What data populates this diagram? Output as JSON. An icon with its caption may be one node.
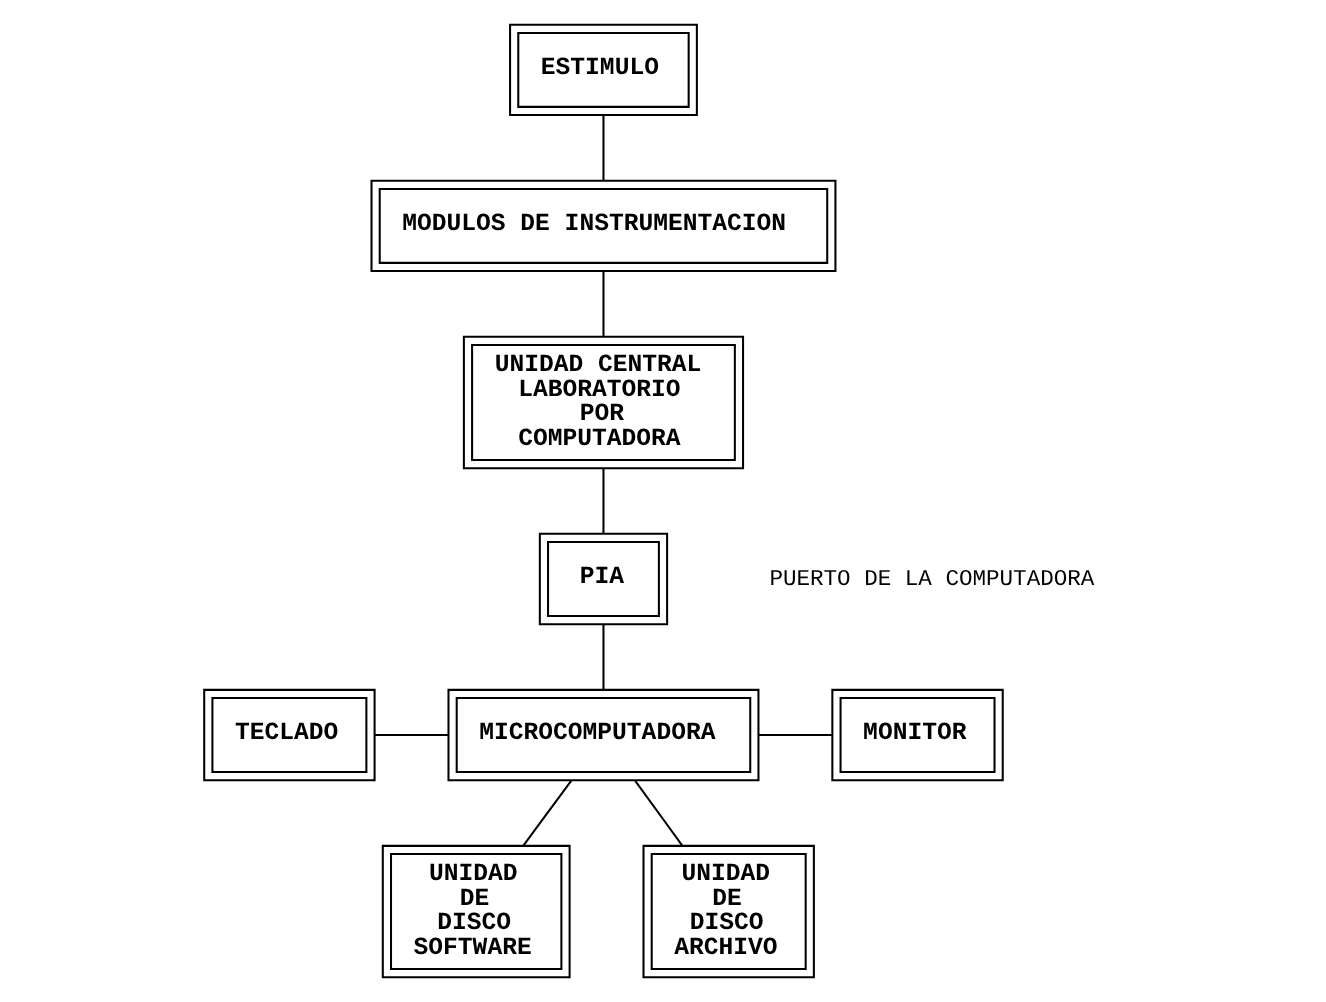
{
  "diagram": {
    "nodes": [
      {
        "text": [
          "ESTIMULO"
        ]
      },
      {
        "text": [
          "MODULOS DE INSTRUMENTACION"
        ]
      },
      {
        "text": [
          "UNIDAD CENTRAL LABORATORIO POR COMPUTADORA"
        ]
      },
      {
        "text": [
          "PIA"
        ]
      },
      {
        "text": [
          "TECLADO"
        ]
      },
      {
        "text": [
          "MICROCOMPUTADORA"
        ]
      },
      {
        "text": [
          "MONITOR"
        ]
      },
      {
        "text": [
          "UNIDAD DE DISCO SOFTWARE"
        ]
      },
      {
        "text": [
          "UNIDAD DE DISCO ARCHIVO"
        ]
      }
    ],
    "edges": [
      {
        "from": 0,
        "to": 1,
        "arrow": "none"
      },
      {
        "from": 1,
        "to": 2,
        "arrow": "none"
      },
      {
        "from": 2,
        "to": 3,
        "arrow": "none"
      },
      {
        "from": 3,
        "to": 5,
        "arrow": "none"
      },
      {
        "from": 4,
        "to": 5,
        "arrow": "none"
      },
      {
        "from": 5,
        "to": 6,
        "arrow": "none"
      },
      {
        "from": 5,
        "to": 7,
        "arrow": "none"
      },
      {
        "from": 5,
        "to": 8,
        "arrow": "none"
      }
    ],
    "labels": [
      "PUERTO DE LA COMPUTADORA"
    ]
  }
}
